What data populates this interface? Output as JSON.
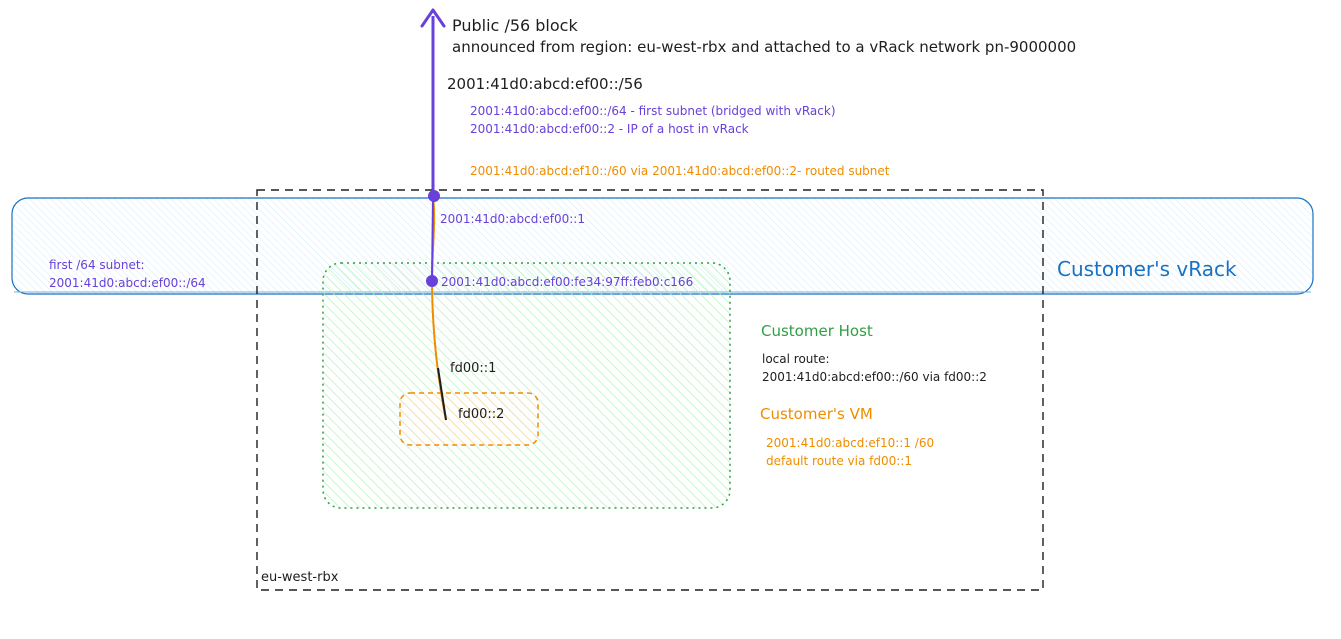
{
  "public_block": {
    "title": "Public /56 block",
    "subtitle": "announced from region: eu-west-rbx and attached to a vRack network pn-9000000",
    "prefix": "2001:41d0:abcd:ef00::/56",
    "first_subnet": "2001:41d0:abcd:ef00::/64 - first subnet (bridged with vRack)",
    "host_ip": "2001:41d0:abcd:ef00::2 - IP of a host in vRack",
    "routed_subnet": "2001:41d0:abcd:ef10::/60 via 2001:41d0:abcd:ef00::2- routed subnet"
  },
  "vrack": {
    "label": "Customer's vRack",
    "gateway_ip": "2001:41d0:abcd:ef00::1",
    "subnet_label_line1": "first /64 subnet:",
    "subnet_label_line2": "2001:41d0:abcd:ef00::/64"
  },
  "host": {
    "label": "Customer Host",
    "vrack_ip": "2001:41d0:abcd:ef00:fe34:97ff:feb0:c166",
    "route_label": "local route:",
    "route_value": "2001:41d0:abcd:ef00::/60 via fd00::2",
    "link_ip_host": "fd00::1"
  },
  "vm": {
    "label": "Customer's VM",
    "link_ip_vm": "fd00::2",
    "ip": "2001:41d0:abcd:ef10::1 /60",
    "default_route": "default route via fd00::1"
  },
  "region": {
    "label": "eu-west-rbx"
  },
  "colors": {
    "purple": "#6741d9",
    "orange": "#f08c00",
    "green": "#2f9e44",
    "blue": "#1971c2",
    "black": "#1e1e1e"
  }
}
